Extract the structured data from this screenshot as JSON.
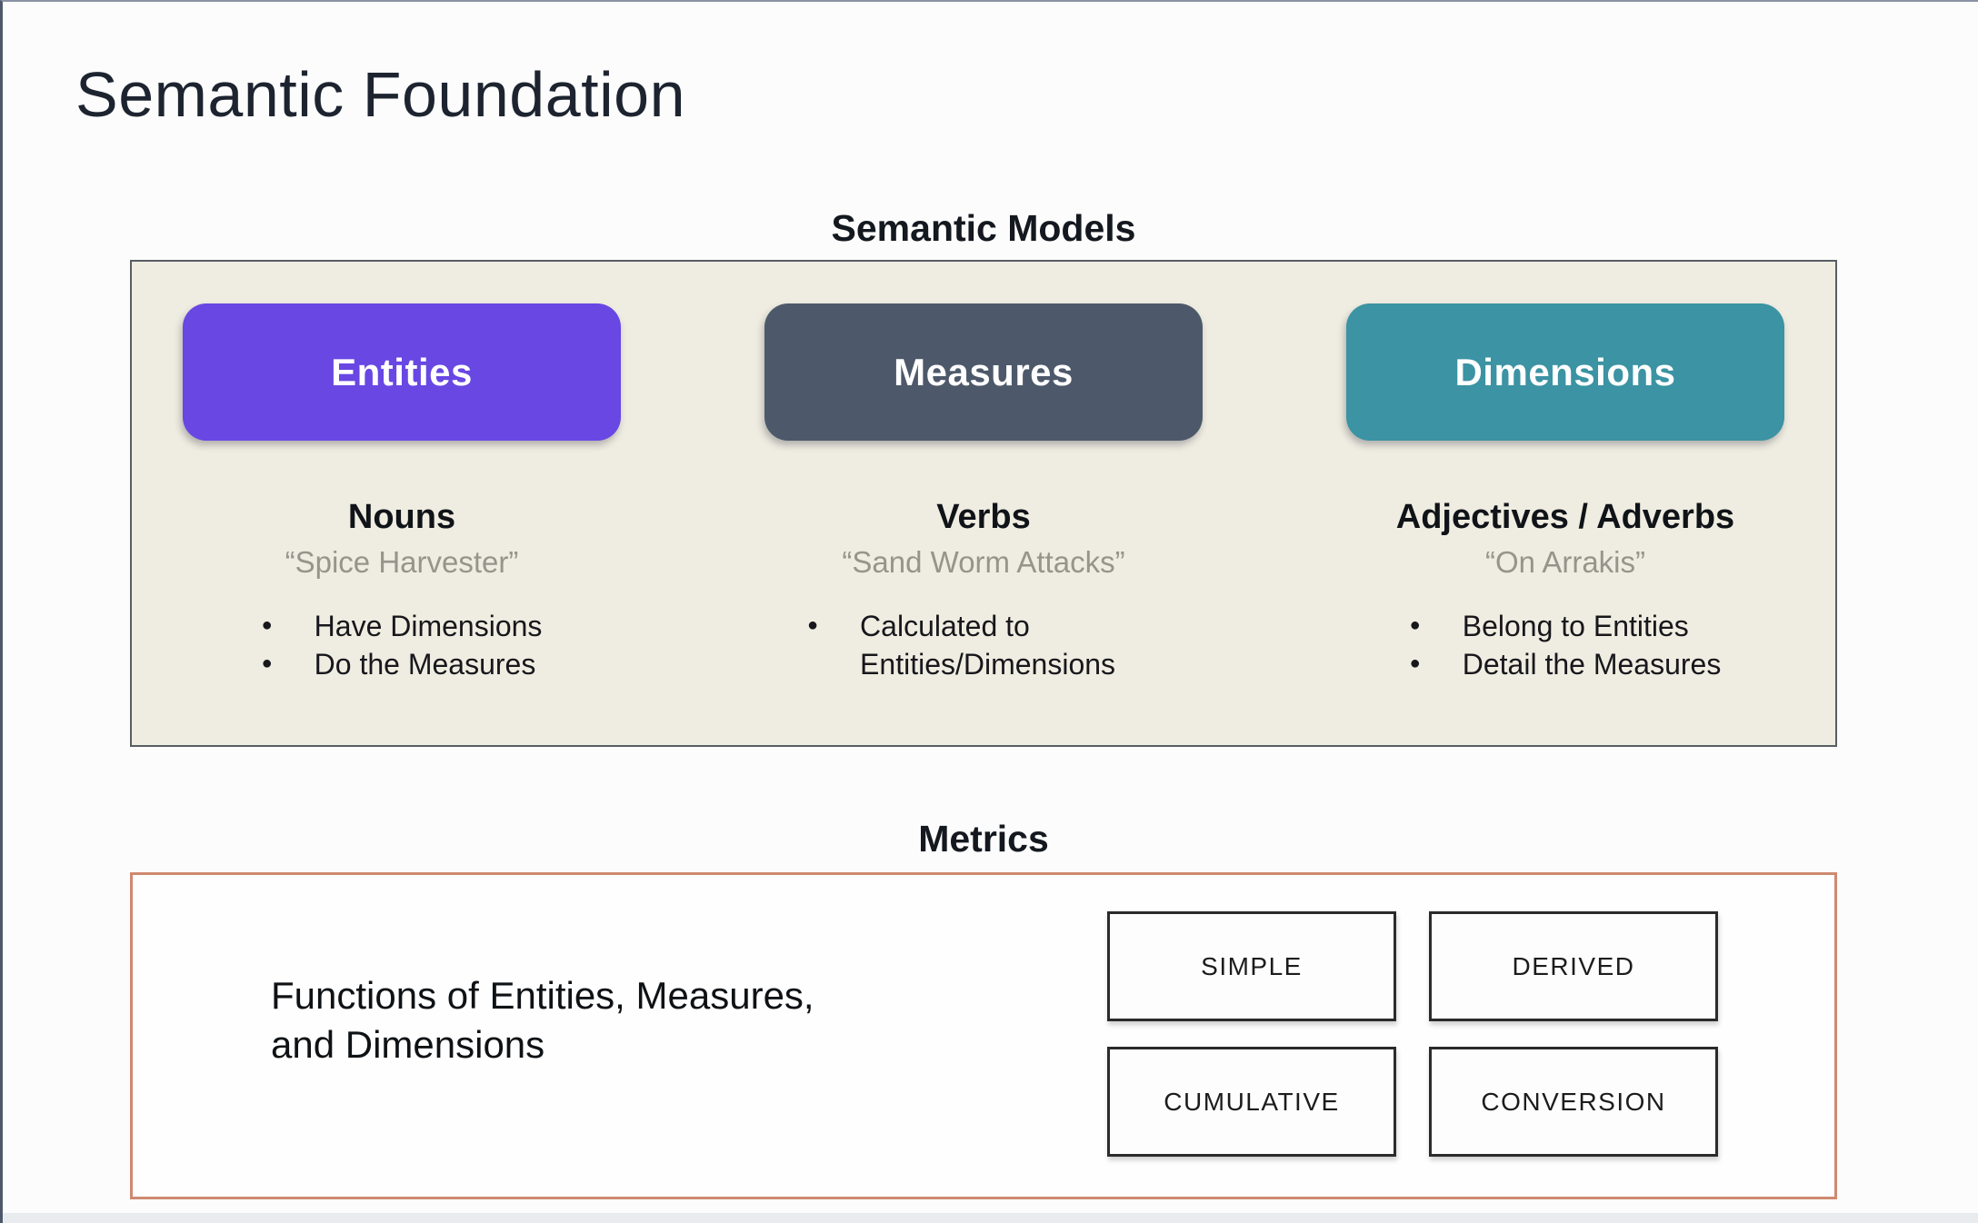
{
  "slide": {
    "title": "Semantic Foundation"
  },
  "semantic_models": {
    "heading": "Semantic Models",
    "columns": [
      {
        "id": "entities",
        "pill_label": "Entities",
        "role": "Nouns",
        "example": "“Spice Harvester”",
        "bullets": [
          "Have Dimensions",
          "Do the Measures"
        ]
      },
      {
        "id": "measures",
        "pill_label": "Measures",
        "role": "Verbs",
        "example": "“Sand Worm Attacks”",
        "bullets": [
          "Calculated to Entities/Dimensions"
        ]
      },
      {
        "id": "dimensions",
        "pill_label": "Dimensions",
        "role": "Adjectives / Adverbs",
        "example": "“On Arrakis”",
        "bullets": [
          "Belong to Entities",
          "Detail the Measures"
        ]
      }
    ]
  },
  "metrics": {
    "heading": "Metrics",
    "description": "Functions of Entities, Measures,\nand Dimensions",
    "types": [
      "SIMPLE",
      "DERIVED",
      "CUMULATIVE",
      "CONVERSION"
    ]
  },
  "colors": {
    "entities_pill": "#6847e3",
    "measures_pill": "#4d596a",
    "dimensions_pill": "#3b93a3",
    "models_panel_background": "#efede1",
    "models_panel_border": "#585e64",
    "metrics_panel_border": "#cf8a70",
    "title_text": "#1d2430",
    "example_text": "#96958c"
  }
}
